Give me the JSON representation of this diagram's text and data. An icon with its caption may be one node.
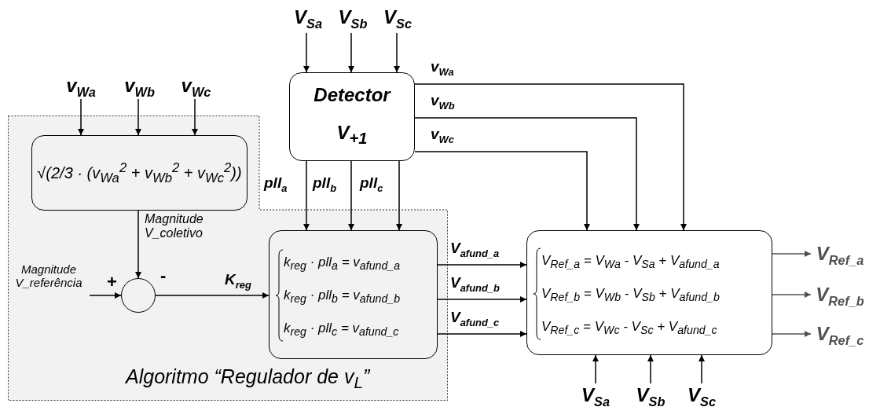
{
  "diagram": {
    "nodes": [
      {
        "text": [
          "Algoritmo “Regulador de v$_{L}$”"
        ]
      },
      {
        "text": [
          "v$_{Wa}$"
        ]
      },
      {
        "text": [
          "v$_{Wb}$"
        ]
      },
      {
        "text": [
          "v$_{Wc}$"
        ]
      },
      {
        "text": [
          "V$_{Sa}$"
        ]
      },
      {
        "text": [
          "V$_{Sb}$"
        ]
      },
      {
        "text": [
          "V$_{Sc}$"
        ]
      },
      {
        "text": [
          "Detector",
          "V$_{+1}$"
        ]
      },
      {
        "text": [
          "√(2/3 · (v$_{Wa}$$^{2}$ + v$_{Wb}$$^{2}$ + v$_{Wc}$$^{2}$))"
        ],
        "in": 0
      },
      {
        "text": [
          "Magnitude V_referência"
        ],
        "in": 0
      },
      {
        "text": [],
        "shape": "circle",
        "in": 0
      },
      {
        "text": [
          "k$_{reg}$ · pll$_{a}$ = v$_{afund_a}$",
          "k$_{reg}$ · pll$_{b}$ = v$_{afund_b}$",
          "k$_{reg}$ · pll$_{c}$ = v$_{afund_c}$"
        ],
        "in": 0
      },
      {
        "text": [
          "V$_{Ref_a}$ = V$_{Wa}$ - V$_{Sa}$ + V$_{afund_a}$",
          "V$_{Ref_b}$ = V$_{Wb}$ - V$_{Sb}$ + V$_{afund_b}$",
          "V$_{Ref_c}$ = V$_{Wc}$ - V$_{Sc}$ + V$_{afund_c}$"
        ]
      },
      {
        "text": [
          "V$_{Sa}$"
        ]
      },
      {
        "text": [
          "V$_{Sb}$"
        ]
      },
      {
        "text": [
          "V$_{Sc}$"
        ]
      },
      {
        "text": [
          "V$_{Ref_a}$"
        ]
      },
      {
        "text": [
          "V$_{Ref_b}$"
        ]
      },
      {
        "text": [
          "V$_{Ref_c}$"
        ]
      }
    ],
    "edges": [
      {
        "from": 1,
        "to": 8,
        "arrow": "to"
      },
      {
        "from": 2,
        "to": 8,
        "arrow": "to"
      },
      {
        "from": 3,
        "to": 8,
        "arrow": "to"
      },
      {
        "from": 4,
        "to": 7,
        "arrow": "to"
      },
      {
        "from": 5,
        "to": 7,
        "arrow": "to"
      },
      {
        "from": 6,
        "to": 7,
        "arrow": "to"
      },
      {
        "from": 7,
        "to": 12,
        "arrow": "to",
        "label": "v$_{Wa}$"
      },
      {
        "from": 7,
        "to": 12,
        "arrow": "to",
        "label": "v$_{Wb}$"
      },
      {
        "from": 7,
        "to": 12,
        "arrow": "to",
        "label": "v$_{Wc}$"
      },
      {
        "from": 7,
        "to": 11,
        "arrow": "to",
        "label": "pll$_{a}$"
      },
      {
        "from": 7,
        "to": 11,
        "arrow": "to",
        "label": "pll$_{b}$"
      },
      {
        "from": 7,
        "to": 11,
        "arrow": "to",
        "label": "pll$_{c}$"
      },
      {
        "from": 8,
        "to": 10,
        "arrow": "to",
        "label": "Magnitude V_coletivo"
      },
      {
        "from": 9,
        "to": 10,
        "arrow": "to"
      },
      {
        "from": 10,
        "to": 11,
        "arrow": "to",
        "label": "K$_{reg}$"
      },
      {
        "from": 11,
        "to": 12,
        "arrow": "to",
        "label": "V$_{afund_a}$"
      },
      {
        "from": 11,
        "to": 12,
        "arrow": "to",
        "label": "V$_{afund_b}$"
      },
      {
        "from": 11,
        "to": 12,
        "arrow": "to",
        "label": "V$_{afund_c}$"
      },
      {
        "from": 13,
        "to": 12,
        "arrow": "to"
      },
      {
        "from": 14,
        "to": 12,
        "arrow": "to"
      },
      {
        "from": 15,
        "to": 12,
        "arrow": "to"
      },
      {
        "from": 12,
        "to": 16,
        "arrow": "to",
        "color": "#505050"
      },
      {
        "from": 12,
        "to": 17,
        "arrow": "to",
        "color": "#505050"
      },
      {
        "from": 12,
        "to": 18,
        "arrow": "to",
        "color": "#505050"
      }
    ],
    "labels": [
      "+",
      "-"
    ]
  }
}
